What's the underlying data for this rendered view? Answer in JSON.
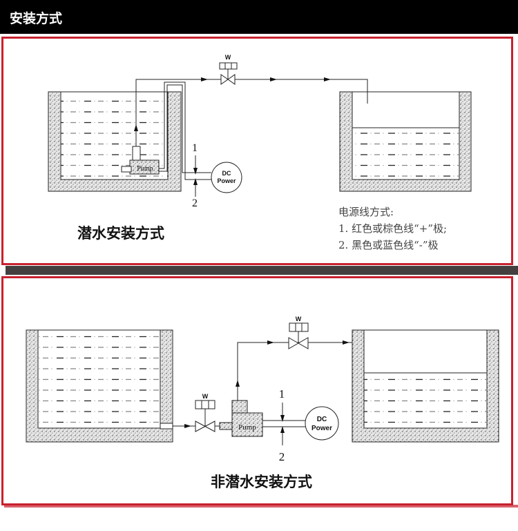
{
  "header": {
    "title": "安装方式"
  },
  "submersible": {
    "caption": "潜水安装方式",
    "pump_label": "Pump",
    "power_label_1": "DC",
    "power_label_2": "Power",
    "valve_label": "W",
    "wire_1": "1",
    "wire_2": "2",
    "notes": [
      "电源线方式:",
      "1. 红色或棕色线“+”极;",
      "2. 黑色或蓝色线“-”极"
    ]
  },
  "non_submersible": {
    "caption": "非潜水安装方式",
    "pump_label": "Pump",
    "power_label_1": "DC",
    "power_label_2": "Power",
    "valve_label": "W",
    "wire_1": "1",
    "wire_2": "2"
  },
  "colors": {
    "frame": "#c8202e",
    "band": "#444040",
    "header": "#000000"
  }
}
